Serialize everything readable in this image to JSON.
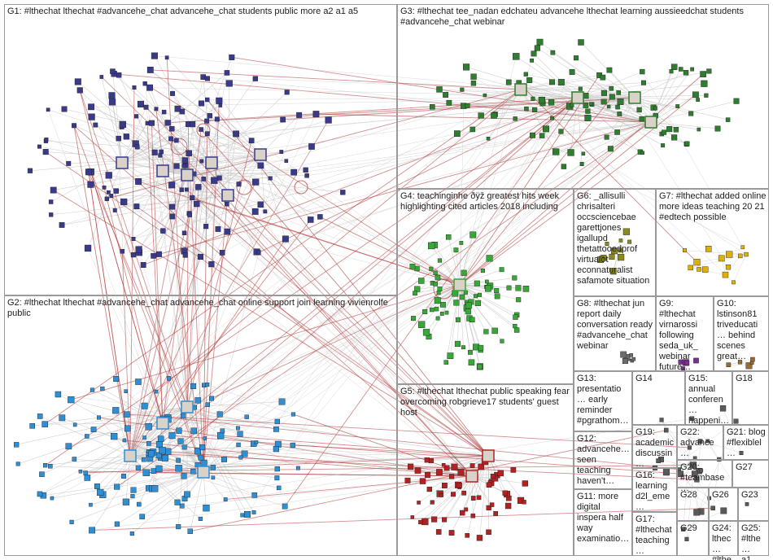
{
  "colors": {
    "edge": "#c7c7c7",
    "edge_strong": "#b03232",
    "node_border": "#1a1a1a",
    "group_colors": {
      "G1": "#3a3a8c",
      "G2": "#2d8fd5",
      "G3": "#2f7d2f",
      "G4": "#37a837",
      "G5": "#b22222",
      "G6": "#8a8a1e",
      "G7": "#e0b000",
      "G8": "#6b6b6b",
      "G9": "#7a2f8c",
      "G10": "#9a6a2f",
      "small": "#5a5a5a"
    }
  },
  "groups": [
    {
      "id": "G1",
      "label": "G1: #lthechat lthechat #advancehe_chat advancehe_chat students public more a2 a1 a5"
    },
    {
      "id": "G2",
      "label": "G2: #lthechat lthechat #advancehe_chat advancehe_chat online support join learning vivienrolfe public"
    },
    {
      "id": "G3",
      "label": "G3: #lthechat tee_nadan edchateu advancehe lthechat learning aussieedchat students #advancehe_chat webinar"
    },
    {
      "id": "G4",
      "label": "G4: teachinginhe ðÿž greatest hits week highlighting cited articles 2018 including"
    },
    {
      "id": "G5",
      "label": "G5: #lthechat lthechat public speaking fear overcoming robgrieve17 students' guest host"
    },
    {
      "id": "G6",
      "label": "G6: _allisulli chrisalteri occsciencebae garettjones igallupd thetattooedprof virtualot econnaturalist safamote situation"
    },
    {
      "id": "G7",
      "label": "G7: #lthechat added online more ideas teaching 20 21 #edtech possible"
    },
    {
      "id": "G8",
      "label": "G8: #lthechat jun report daily conversation ready #advancehe_chat webinar"
    },
    {
      "id": "G9",
      "label": "G9: #lthechat virnarossi following seda_uk_ webinar future…"
    },
    {
      "id": "G10",
      "label": "G10: lstinson81 triveducati… behind scenes great…"
    },
    {
      "id": "G13",
      "label": "G13: presentatio… early reminder #pgrathom…"
    },
    {
      "id": "G14",
      "label": "G14"
    },
    {
      "id": "G15",
      "label": "G15: annual conferen… happeni…"
    },
    {
      "id": "G18",
      "label": "G18"
    },
    {
      "id": "G12",
      "label": "G12: advancehe… seen teaching haven't…"
    },
    {
      "id": "G19",
      "label": "G19: academic discussin…"
    },
    {
      "id": "G22",
      "label": "G22: advance…"
    },
    {
      "id": "G21",
      "label": "G21: blog #flexiblel…"
    },
    {
      "id": "G20",
      "label": "G20: #teambase…"
    },
    {
      "id": "G27",
      "label": "G27"
    },
    {
      "id": "G16",
      "label": "G16: learning d2l_eme…"
    },
    {
      "id": "G28",
      "label": "G28"
    },
    {
      "id": "G26",
      "label": "G26"
    },
    {
      "id": "G23",
      "label": "G23"
    },
    {
      "id": "G11",
      "label": "G11: more digital inspera half way examinatio…"
    },
    {
      "id": "G17",
      "label": "G17: #lthechat teaching…"
    },
    {
      "id": "G29",
      "label": "G29"
    },
    {
      "id": "G24",
      "label": "G24: lthec… #lthe…"
    },
    {
      "id": "G25",
      "label": "G25: #lthe… a1…"
    }
  ]
}
